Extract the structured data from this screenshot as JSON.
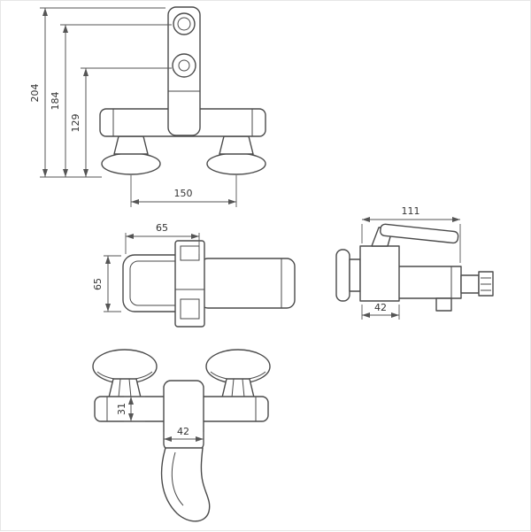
{
  "colors": {
    "outline": "#4a4a4a",
    "dimension_lines": "#555555",
    "text": "#333333",
    "background": "#ffffff",
    "frame": "#e6e6e6"
  },
  "front_view": {
    "total_height": "204",
    "upper_height": "184",
    "lower_height": "129",
    "mounting_centers": "150"
  },
  "top_view": {
    "width": "65",
    "depth": "65"
  },
  "side_view": {
    "length": "111",
    "body_depth": "42"
  },
  "bottom_view": {
    "bar_height": "31",
    "body_width": "42"
  }
}
